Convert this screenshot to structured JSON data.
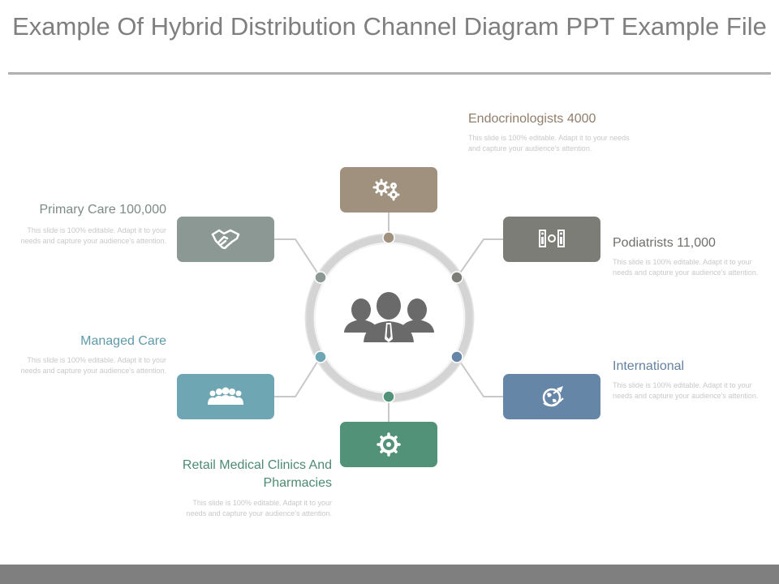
{
  "title": "Example Of Hybrid Distribution Channel Diagram PPT Example File",
  "nodes": [
    {
      "id": "endocrinologists",
      "label": "Endocrinologists 4000",
      "description": "This slide is 100% editable. Adapt it to your needs and capture your audience's attention.",
      "icon": "gears-icon",
      "color": "#a0917f"
    },
    {
      "id": "podiatrists",
      "label": "Podiatrists 11,000",
      "description": "This slide is 100% editable. Adapt it to your needs and capture your audience's attention.",
      "icon": "doors-icon",
      "color": "#7d7d78"
    },
    {
      "id": "international",
      "label": "International",
      "description": "This slide is 100% editable. Adapt it to your needs and capture your audience's attention.",
      "icon": "globe-plane-icon",
      "color": "#6686a8"
    },
    {
      "id": "retail",
      "label": "Retail Medical Clinics And Pharmacies",
      "description": "This slide is 100% editable. Adapt it to your needs and capture your audience's attention.",
      "icon": "gear-icon",
      "color": "#519279"
    },
    {
      "id": "managed-care",
      "label": "Managed Care",
      "description": "This slide is 100% editable. Adapt it to your needs and capture your audience's attention.",
      "icon": "team-icon",
      "color": "#6ea6b3"
    },
    {
      "id": "primary-care",
      "label": "Primary Care 100,000",
      "description": "This slide is 100% editable. Adapt it to your needs and capture your audience's attention.",
      "icon": "handshake-icon",
      "color": "#8b9893"
    }
  ],
  "center_icon": "business-people-icon",
  "accent_colors": {
    "ring": "#d4d4d4",
    "connector": "#c8c8c8",
    "title": "#7f7f7f",
    "footer": "#7f7f7f"
  }
}
